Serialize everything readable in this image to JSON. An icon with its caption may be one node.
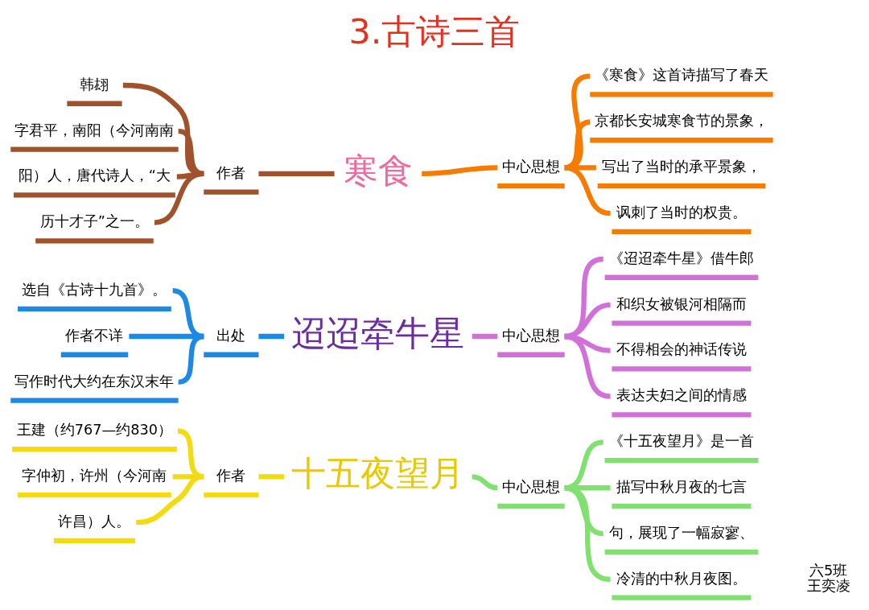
{
  "diagram": {
    "title": "3.古诗三首",
    "nodes": [
      {
        "text": [
          "寒食"
        ]
      },
      {
        "text": [
          "作者"
        ]
      },
      {
        "text": [
          "韩翃"
        ]
      },
      {
        "text": [
          "字君平，南阳（今河南南"
        ]
      },
      {
        "text": [
          "阳）人，唐代诗人，“大"
        ]
      },
      {
        "text": [
          "历十才子”之一。"
        ]
      },
      {
        "text": [
          "中心思想"
        ]
      },
      {
        "text": [
          "《寒食》这首诗描写了春天"
        ]
      },
      {
        "text": [
          "京都长安城寒食节的景象，"
        ]
      },
      {
        "text": [
          "写出了当时的承平景象，"
        ]
      },
      {
        "text": [
          "讽刺了当时的权贵。"
        ]
      },
      {
        "text": [
          "迢迢牵牛星"
        ]
      },
      {
        "text": [
          "出处"
        ]
      },
      {
        "text": [
          "选自《古诗十九首》。"
        ]
      },
      {
        "text": [
          "作者不详"
        ]
      },
      {
        "text": [
          "写作时代大约在东汉末年"
        ]
      },
      {
        "text": [
          "中心思想"
        ]
      },
      {
        "text": [
          "《迢迢牵牛星》借牛郎"
        ]
      },
      {
        "text": [
          "和织女被银河相隔而"
        ]
      },
      {
        "text": [
          "不得相会的神话传说"
        ]
      },
      {
        "text": [
          "表达夫妇之间的情感"
        ]
      },
      {
        "text": [
          "十五夜望月"
        ]
      },
      {
        "text": [
          "作者"
        ]
      },
      {
        "text": [
          "王建（约767—约830）"
        ]
      },
      {
        "text": [
          "字仲初，许州（今河南"
        ]
      },
      {
        "text": [
          "许昌）人。"
        ]
      },
      {
        "text": [
          "中心思想"
        ]
      },
      {
        "text": [
          "《十五夜望月》是一首"
        ]
      },
      {
        "text": [
          "描写中秋月夜的七言"
        ]
      },
      {
        "text": [
          "句，展现了一幅寂寥、"
        ]
      },
      {
        "text": [
          "冷清的中秋月夜图。"
        ]
      }
    ],
    "edges": [
      {
        "from": 0,
        "to": 1,
        "arrow": "none",
        "color": "#a0522d"
      },
      {
        "from": 1,
        "to": 2,
        "arrow": "none",
        "color": "#a0522d"
      },
      {
        "from": 1,
        "to": 3,
        "arrow": "none",
        "color": "#a0522d"
      },
      {
        "from": 1,
        "to": 4,
        "arrow": "none",
        "color": "#a0522d"
      },
      {
        "from": 1,
        "to": 5,
        "arrow": "none",
        "color": "#a0522d"
      },
      {
        "from": 0,
        "to": 6,
        "arrow": "none",
        "color": "#f57c00"
      },
      {
        "from": 6,
        "to": 7,
        "arrow": "none",
        "color": "#f57c00"
      },
      {
        "from": 6,
        "to": 8,
        "arrow": "none",
        "color": "#f57c00"
      },
      {
        "from": 6,
        "to": 9,
        "arrow": "none",
        "color": "#f57c00"
      },
      {
        "from": 6,
        "to": 10,
        "arrow": "none",
        "color": "#f57c00"
      },
      {
        "from": 11,
        "to": 12,
        "arrow": "none",
        "color": "#1e88e5"
      },
      {
        "from": 12,
        "to": 13,
        "arrow": "none",
        "color": "#1e88e5"
      },
      {
        "from": 12,
        "to": 14,
        "arrow": "none",
        "color": "#1e88e5"
      },
      {
        "from": 12,
        "to": 15,
        "arrow": "none",
        "color": "#1e88e5"
      },
      {
        "from": 11,
        "to": 16,
        "arrow": "none",
        "color": "#d070d8"
      },
      {
        "from": 16,
        "to": 17,
        "arrow": "none",
        "color": "#d070d8"
      },
      {
        "from": 16,
        "to": 18,
        "arrow": "none",
        "color": "#d070d8"
      },
      {
        "from": 16,
        "to": 19,
        "arrow": "none",
        "color": "#d070d8"
      },
      {
        "from": 16,
        "to": 20,
        "arrow": "none",
        "color": "#d070d8"
      },
      {
        "from": 21,
        "to": 22,
        "arrow": "none",
        "color": "#f2dc10"
      },
      {
        "from": 22,
        "to": 23,
        "arrow": "none",
        "color": "#f2dc10"
      },
      {
        "from": 22,
        "to": 24,
        "arrow": "none",
        "color": "#f2dc10"
      },
      {
        "from": 22,
        "to": 25,
        "arrow": "none",
        "color": "#f2dc10"
      },
      {
        "from": 21,
        "to": 26,
        "arrow": "none",
        "color": "#80e070"
      },
      {
        "from": 26,
        "to": 27,
        "arrow": "none",
        "color": "#80e070"
      },
      {
        "from": 26,
        "to": 28,
        "arrow": "none",
        "color": "#80e070"
      },
      {
        "from": 26,
        "to": 29,
        "arrow": "none",
        "color": "#80e070"
      },
      {
        "from": 26,
        "to": 30,
        "arrow": "none",
        "color": "#80e070"
      }
    ],
    "labels": [
      "六5班",
      "王奕凌"
    ]
  }
}
